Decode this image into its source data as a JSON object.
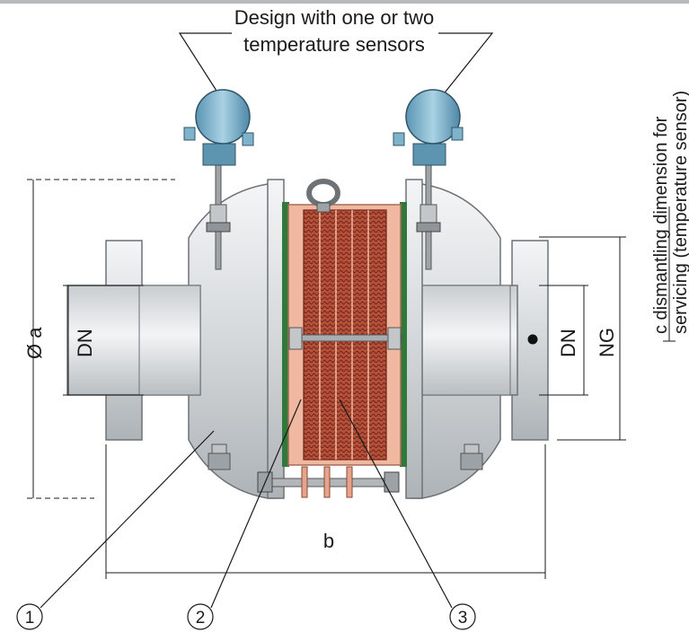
{
  "header": {
    "line1": "Design with one or two",
    "line2": "temperature sensors"
  },
  "side_note": {
    "line1": "c  dismantling dimension for",
    "line2": "servicing  (temperature sensor)"
  },
  "dimensions": {
    "diameter": "Ø a",
    "dn_left": "DN",
    "dn_right": "DN",
    "ng": "NG",
    "length": "b"
  },
  "callouts": [
    "1",
    "2",
    "3"
  ],
  "colors": {
    "body": "#d6dadd",
    "body_dark": "#9aa0a5",
    "block": "#f0b8a0",
    "element": "#a8452e",
    "sensor": "#7fb3cc",
    "seal": "#2f7a3a",
    "line": "#1a1a1a"
  }
}
